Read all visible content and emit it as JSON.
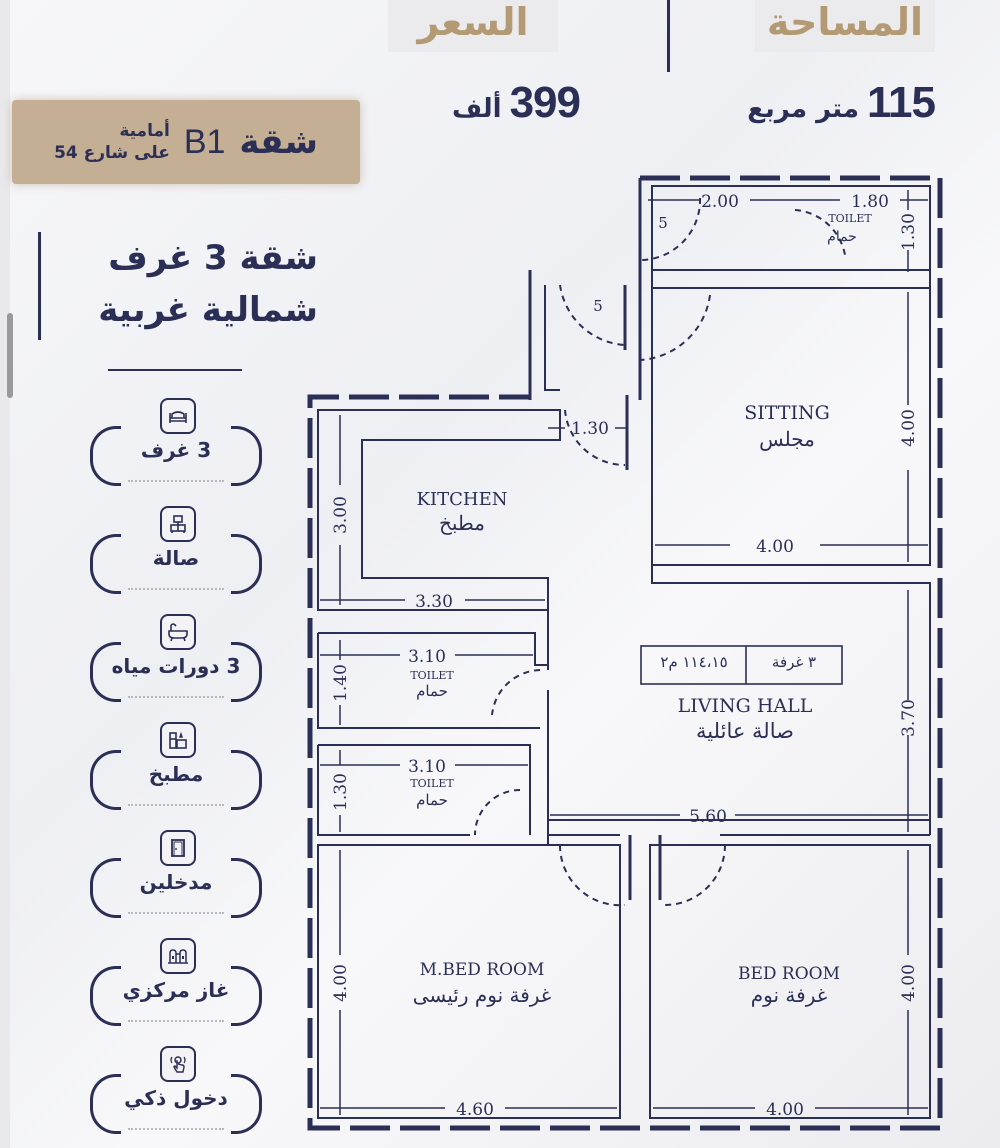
{
  "header": {
    "price_label": "السعر",
    "area_label": "المساحة",
    "price_value": "399",
    "price_unit": "ألف",
    "area_value": "115",
    "area_unit": "متر مربع"
  },
  "unit_badge": {
    "title": "شقة",
    "code": "B1",
    "line1": "أمامية",
    "line2": "على شارع 54"
  },
  "description": {
    "line1": "شقة 3 غرف",
    "line2": "شمالية غربية"
  },
  "features": [
    {
      "label": "3 غرف",
      "icon": "bed-icon"
    },
    {
      "label": "صالة",
      "icon": "tv-cabinet-icon"
    },
    {
      "label": "3 دورات مياه",
      "icon": "bathtub-icon"
    },
    {
      "label": "مطبخ",
      "icon": "kitchen-icon"
    },
    {
      "label": "مدخلين",
      "icon": "door-icon"
    },
    {
      "label": "غاز مركزي",
      "icon": "gas-tank-icon"
    },
    {
      "label": "دخول ذكي",
      "icon": "smart-touch-icon"
    }
  ],
  "floor_plan": {
    "summary_rooms": "٣ غرفة",
    "summary_area": "١١٤،١٥ م٢",
    "rooms": [
      {
        "en": "SITTING",
        "ar": "مجلس",
        "dims": [
          "4.00",
          "4.00"
        ]
      },
      {
        "en": "KITCHEN",
        "ar": "مطبخ",
        "dims": [
          "3.30",
          "3.00"
        ]
      },
      {
        "en": "LIVING HALL",
        "ar": "صالة عائلية",
        "dims": [
          "5.60",
          "3.70"
        ]
      },
      {
        "en": "TOILET",
        "ar": "حمام",
        "dims": [
          "1.80",
          "1.30"
        ]
      },
      {
        "en": "TOILET",
        "ar": "حمام",
        "dims": [
          "3.10",
          "1.40"
        ]
      },
      {
        "en": "TOILET",
        "ar": "حمام",
        "dims": [
          "3.10",
          "1.30"
        ]
      },
      {
        "en": "M.BED ROOM",
        "ar": "غرفة نوم رئيسى",
        "dims": [
          "4.60",
          "4.00"
        ]
      },
      {
        "en": "BED ROOM",
        "ar": "غرفة نوم",
        "dims": [
          "4.00",
          "4.00"
        ]
      }
    ],
    "dimensions": {
      "entry_width": "2.00",
      "toilet_top_w": "1.80",
      "toilet_top_h": "1.30",
      "corridor": "1.30",
      "sitting_h": "4.00",
      "sitting_w": "4.00",
      "kitchen_h": "3.00",
      "kitchen_w": "3.30",
      "toilet1_w": "3.10",
      "toilet1_h": "1.40",
      "toilet2_w": "3.10",
      "toilet2_h": "1.30",
      "hall_w": "5.60",
      "hall_h": "3.70",
      "mbed_w": "4.60",
      "mbed_h": "4.00",
      "bed_w": "4.00",
      "bed_h": "4.00"
    },
    "door_labels": [
      "5",
      "5"
    ]
  }
}
